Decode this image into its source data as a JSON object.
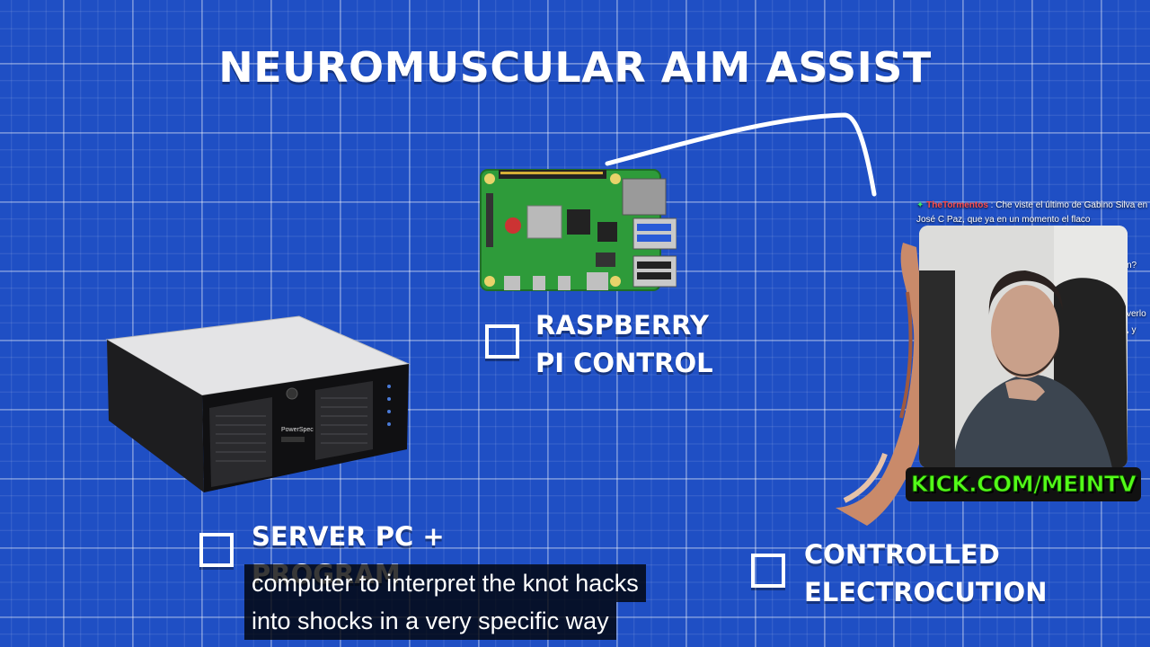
{
  "title": "NEUROMUSCULAR AIM ASSIST",
  "items": {
    "pi": {
      "line1": "RASPBERRY",
      "line2": "PI CONTROL"
    },
    "server": {
      "line1": "SERVER PC +",
      "line2": "PROGRAM"
    },
    "electro": {
      "line1": "CONTROLLED",
      "line2": "ELECTROCUTION"
    }
  },
  "captions": [
    "computer to interpret the knot hacks",
    "into shocks in a very specific way"
  ],
  "server_brand": "PowerSpec",
  "chat": {
    "username": "TheTormentos",
    "message": "Che viste el último de Gabino Silva en José C Paz, que ya en un momento el flaco",
    "partial_lines": [
      "n?",
      "verlo",
      ", y"
    ]
  },
  "stream_link": "KICK.COM/MEINTV",
  "colors": {
    "background": "#1f4fc4",
    "kick_green": "#53fc18"
  }
}
